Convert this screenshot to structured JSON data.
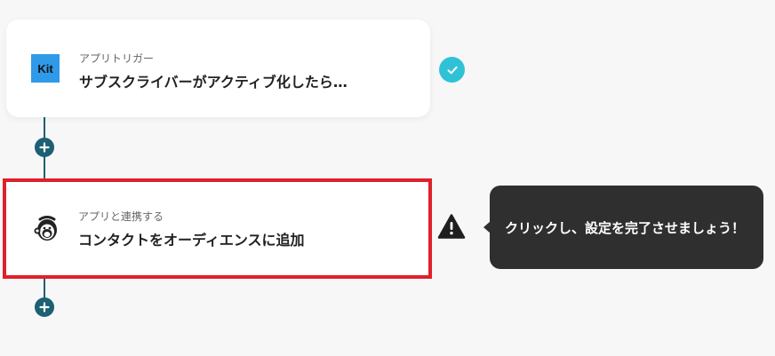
{
  "flow": {
    "trigger": {
      "kicker": "アプリトリガー",
      "title": "サブスクライバーがアクティブ化したら…",
      "app_logo": "kit-logo",
      "app_logo_text": "Kit",
      "status": "completed",
      "status_icon": "check-circle-icon"
    },
    "action": {
      "kicker": "アプリと連携する",
      "title": "コンタクトをオーディエンスに追加",
      "app_logo": "mailchimp-logo",
      "status": "incomplete",
      "status_icon": "warning-icon"
    },
    "add_step_icon": "plus-icon"
  },
  "tooltip": {
    "text": "クリックし、設定を完了させましょう！"
  },
  "colors": {
    "background": "#f7f7f7",
    "connector": "#1d5f73",
    "highlight_border": "#e0202a",
    "check": "#2fc2d6",
    "tooltip_bg": "#2f2f2f",
    "kit_logo": "#2f9ae8"
  }
}
